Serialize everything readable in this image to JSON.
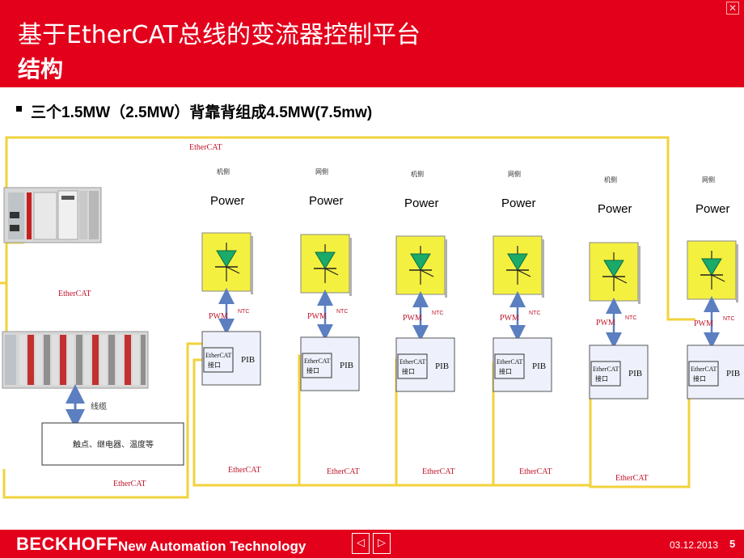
{
  "header": {
    "title": "基于EtherCAT总线的变流器控制平台",
    "subtitle": "结构"
  },
  "bullet": "三个1.5MW（2.5MW）背靠背组成4.5MW(7.5mw)",
  "diagram": {
    "bus_label": "EtherCAT",
    "cable_label": "线缆",
    "io_box_label": "触点、继电器、温度等",
    "units": [
      {
        "side": "机侧",
        "power": "Power",
        "pwm": "PWM",
        "ntc": "NTC",
        "iface_line1": "EtherCAT",
        "iface_line2": "接口",
        "pib": "PIB",
        "bus": "EtherCAT"
      },
      {
        "side": "网侧",
        "power": "Power",
        "pwm": "PWM",
        "ntc": "NTC",
        "iface_line1": "EtherCAT",
        "iface_line2": "接口",
        "pib": "PIB",
        "bus": "EtherCAT"
      },
      {
        "side": "机侧",
        "power": "Power",
        "pwm": "PWM",
        "ntc": "NTC",
        "iface_line1": "EtherCAT",
        "iface_line2": "接口",
        "pib": "PIB",
        "bus": "EtherCAT"
      },
      {
        "side": "网侧",
        "power": "Power",
        "pwm": "PWM",
        "ntc": "NTC",
        "iface_line1": "EtherCAT",
        "iface_line2": "接口",
        "pib": "PIB",
        "bus": "EtherCAT"
      },
      {
        "side": "机侧",
        "power": "Power",
        "pwm": "PWM",
        "ntc": "NTC",
        "iface_line1": "EtherCAT",
        "iface_line2": "接口",
        "pib": "PIB",
        "bus": "EtherCAT"
      },
      {
        "side": "网侧",
        "power": "Power",
        "pwm": "PWM",
        "ntc": "NTC",
        "iface_line1": "EtherCAT",
        "iface_line2": "接口",
        "pib": "PIB",
        "bus": ""
      }
    ]
  },
  "footer": {
    "brand": "BECKHOFF",
    "tagline": "New Automation Technology",
    "date": "03.12.2013",
    "page": "5"
  },
  "colors": {
    "brand_red": "#e3001b",
    "bus_yellow": "#f2d23c",
    "arrow_blue": "#5b7fc0",
    "diode_green": "#1aaa6a",
    "module_yellow": "#f4f040"
  }
}
